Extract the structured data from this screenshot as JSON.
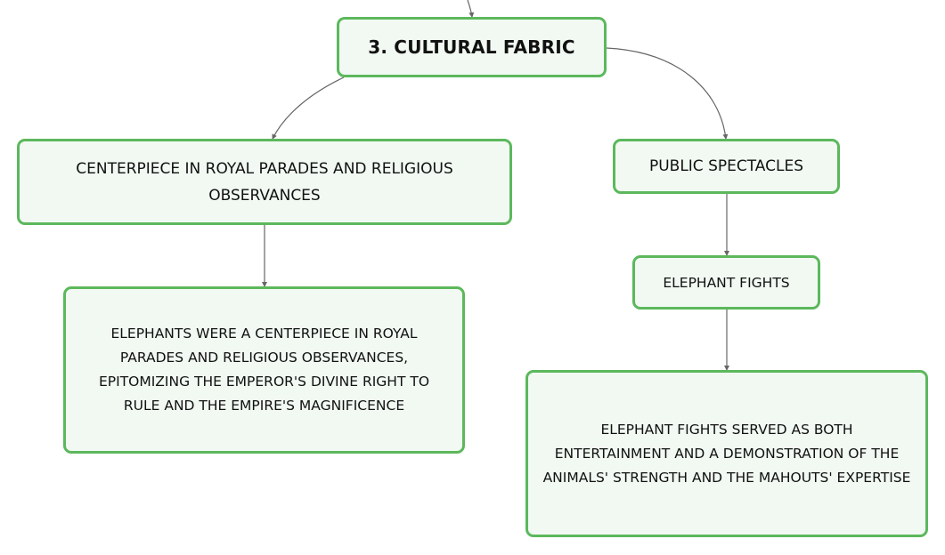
{
  "diagram": {
    "edge_color": "#666666",
    "node_border_color": "#5cb85c",
    "node_fill_color": "#f1f9f2",
    "nodes": {
      "root": "3. CULTURAL FABRIC",
      "parades": "CENTERPIECE IN ROYAL PARADES AND RELIGIOUS OBSERVANCES",
      "parades_detail": "ELEPHANTS WERE A CENTERPIECE IN ROYAL PARADES AND RELIGIOUS OBSERVANCES, EPITOMIZING THE EMPEROR'S DIVINE RIGHT TO RULE AND THE EMPIRE'S MAGNIFICENCE",
      "spectacles": "PUBLIC SPECTACLES",
      "fights": "ELEPHANT FIGHTS",
      "fights_detail": "ELEPHANT FIGHTS SERVED AS BOTH ENTERTAINMENT AND A DEMONSTRATION OF THE ANIMALS' STRENGTH AND THE MAHOUTS' EXPERTISE"
    },
    "edges": [
      {
        "from": "incoming",
        "to": "root"
      },
      {
        "from": "root",
        "to": "parades"
      },
      {
        "from": "root",
        "to": "spectacles"
      },
      {
        "from": "parades",
        "to": "parades_detail"
      },
      {
        "from": "spectacles",
        "to": "fights"
      },
      {
        "from": "fights",
        "to": "fights_detail"
      }
    ]
  }
}
